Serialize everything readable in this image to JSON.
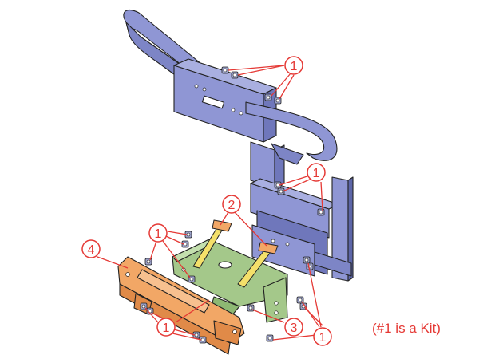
{
  "callouts": [
    {
      "id": "c1a",
      "label": "1"
    },
    {
      "id": "c1b",
      "label": "1"
    },
    {
      "id": "c1c",
      "label": "1"
    },
    {
      "id": "c1d",
      "label": "1"
    },
    {
      "id": "c1e",
      "label": "1"
    },
    {
      "id": "c2",
      "label": "2"
    },
    {
      "id": "c3",
      "label": "3"
    },
    {
      "id": "c4",
      "label": "4"
    }
  ],
  "note": "(#1 is a Kit)",
  "colors": {
    "frame": "#8f96d4",
    "frame_dark": "#5d66a8",
    "bracket": "#a4c88a",
    "plate": "#f2a766",
    "strut": "#f4e06a",
    "callout": "#e53935",
    "outline": "#222222"
  }
}
